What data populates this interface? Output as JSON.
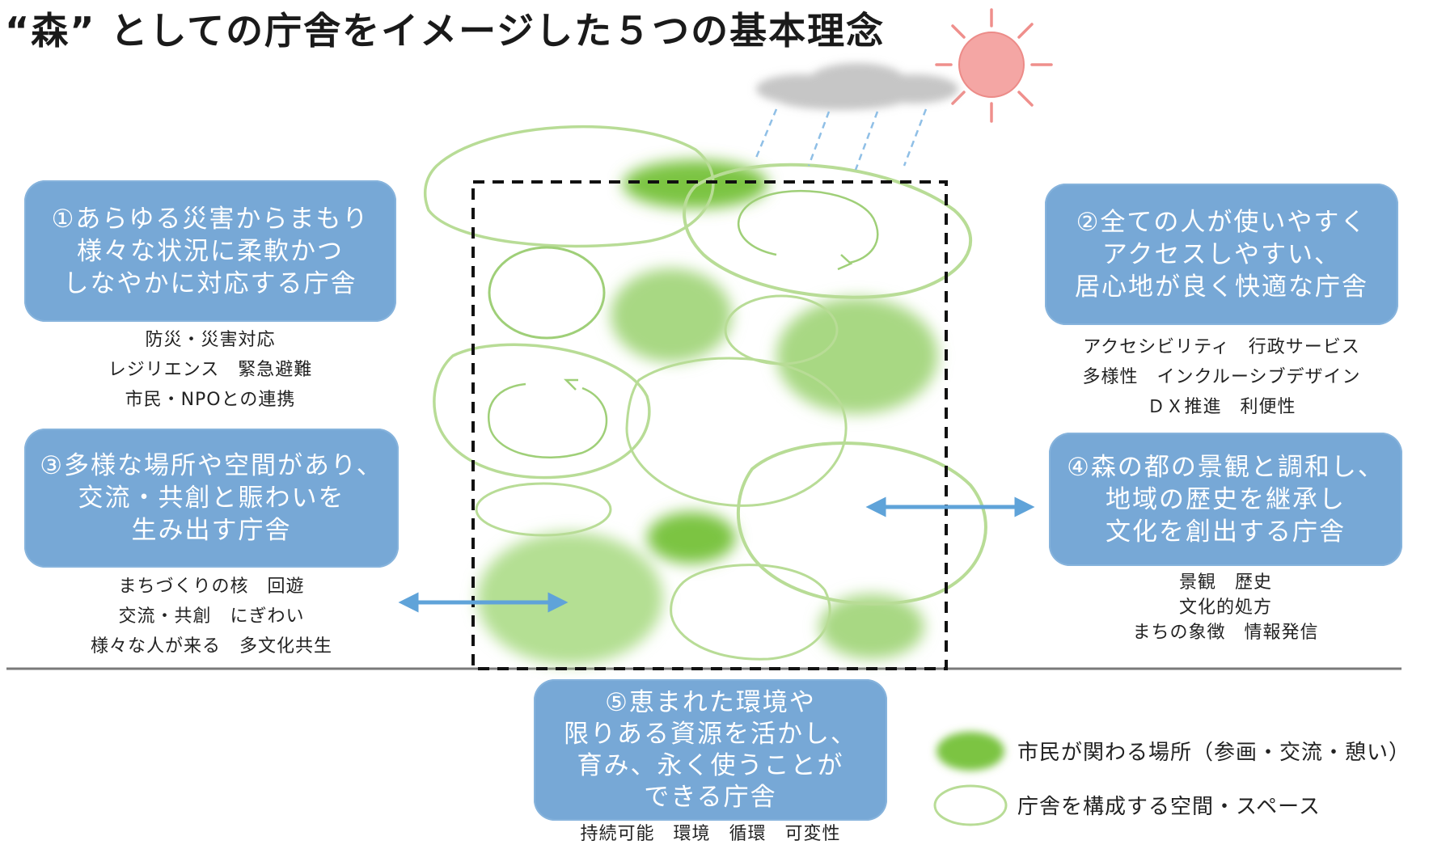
{
  "title": "“森” としての庁舎をイメージした５つの基本理念",
  "colors": {
    "box_fill": "#77a8d6",
    "green_fill": "#8fcd54",
    "green_outline": "#b8dc96",
    "arrow": "#5fa3d9",
    "sun": "#f29a98",
    "cloud": "#c6c6c6",
    "divider": "#7a7a7a"
  },
  "principles": [
    {
      "lines": [
        "①あらゆる災害からまもり",
        "様々な状況に柔軟かつ",
        "しなやかに対応する庁舎"
      ],
      "keywords": [
        "防災・災害対応",
        "レジリエンス　緊急避難",
        "市民・NPOとの連携"
      ]
    },
    {
      "lines": [
        "②全ての人が使いやすく",
        "アクセスしやすい、",
        "居心地が良く快適な庁舎"
      ],
      "keywords": [
        "アクセシビリティ　行政サービス",
        "多様性　インクルーシブデザイン",
        "ＤＸ推進　利便性"
      ]
    },
    {
      "lines": [
        "③多様な場所や空間があり、",
        "交流・共創と賑わいを",
        "生み出す庁舎"
      ],
      "keywords": [
        "まちづくりの核　回遊",
        "交流・共創　にぎわい",
        "様々な人が来る　多文化共生"
      ]
    },
    {
      "lines": [
        "④森の都の景観と調和し、",
        "地域の歴史を継承し",
        "文化を創出する庁舎"
      ],
      "keywords": [
        "景観　歴史",
        "文化的処方",
        "まちの象徴　情報発信"
      ]
    },
    {
      "lines": [
        "⑤恵まれた環境や",
        "限りある資源を活かし、",
        "育み、永く使うことが",
        "できる庁舎"
      ],
      "keywords": [
        "持続可能　環境　循環　可変性"
      ]
    }
  ],
  "legend": {
    "filled_label": "市民が関わる場所（参画・交流・憩い）",
    "outline_label": "庁舎を構成する空間・スペース"
  },
  "icons": [
    "sun-icon",
    "rain-cloud-icon",
    "circular-arrow-icon",
    "double-arrow-icon"
  ]
}
